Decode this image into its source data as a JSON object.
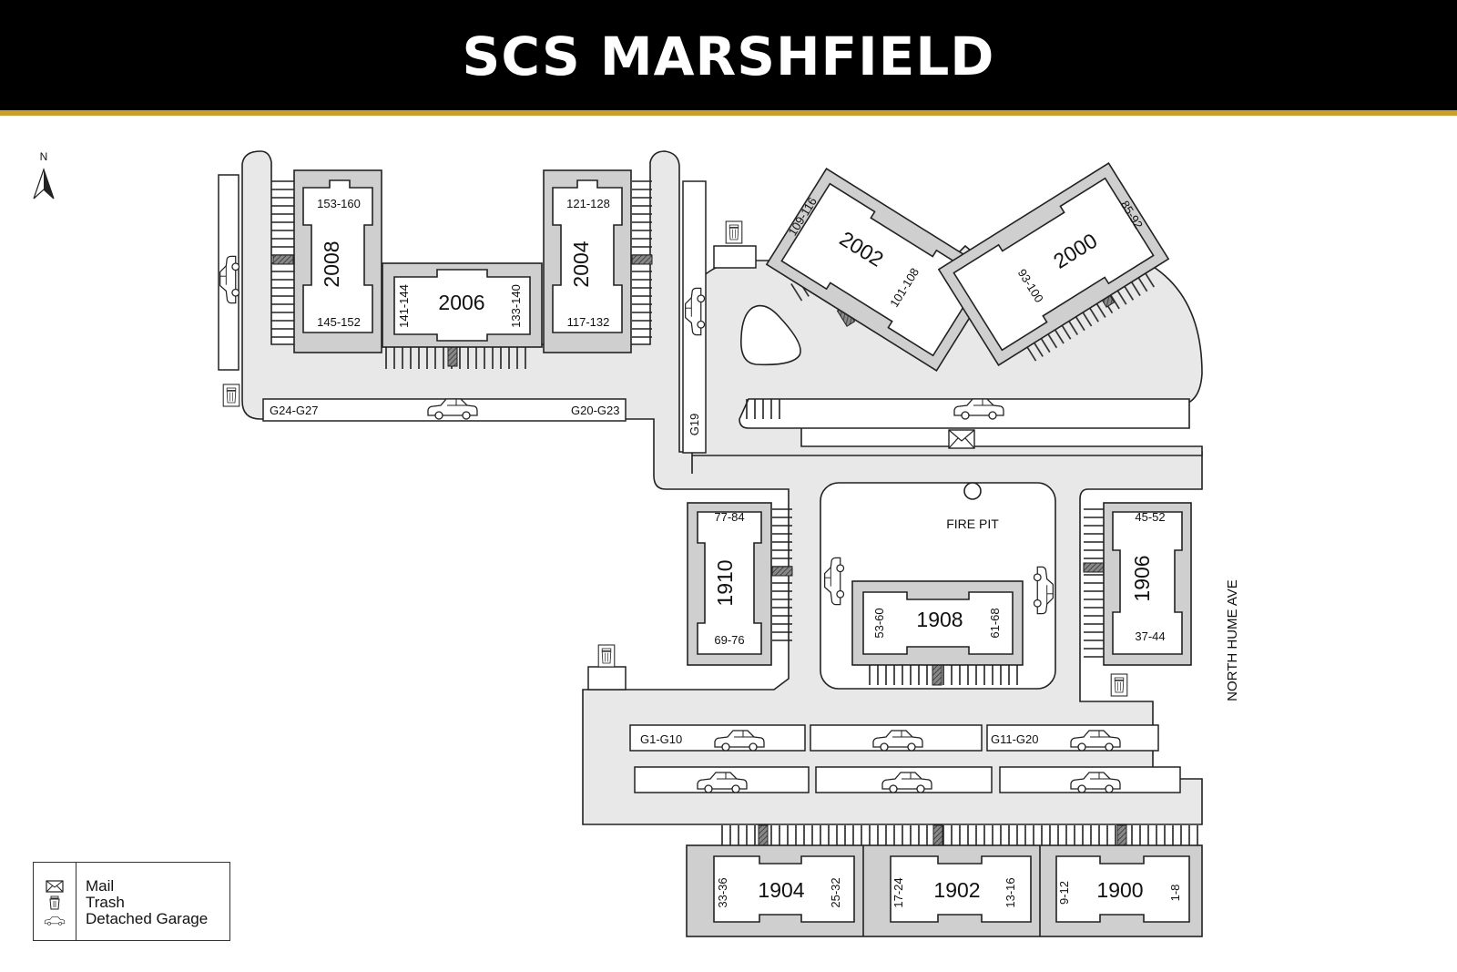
{
  "header": {
    "title": "SCS MARSHFIELD",
    "background": "#000000",
    "accent": "#c8a030"
  },
  "compass": {
    "label": "N",
    "icon": "north-arrow-icon"
  },
  "buildings": {
    "b2008": {
      "number": "2008",
      "units_top": "153-160",
      "units_bottom": "145-152"
    },
    "b2006": {
      "number": "2006",
      "units_left": "141-144",
      "units_right": "133-140"
    },
    "b2004": {
      "number": "2004",
      "units_top": "121-128",
      "units_bottom": "117-132"
    },
    "b2002": {
      "number": "2002",
      "units_a": "109-116",
      "units_b": "101-108"
    },
    "b2000": {
      "number": "2000",
      "units_a": "85-92",
      "units_b": "93-100"
    },
    "b1910": {
      "number": "1910",
      "units_top": "77-84",
      "units_bottom": "69-76"
    },
    "b1908": {
      "number": "1908",
      "units_left": "53-60",
      "units_right": "61-68"
    },
    "b1906": {
      "number": "1906",
      "units_top": "45-52",
      "units_bottom": "37-44"
    },
    "b1904": {
      "number": "1904",
      "units_left": "33-36",
      "units_right": "25-32"
    },
    "b1902": {
      "number": "1902",
      "units_left": "17-24",
      "units_right": "13-16"
    },
    "b1900": {
      "number": "1900",
      "units_left": "9-12",
      "units_right": "1-8"
    }
  },
  "garages": {
    "g24_g27": "G24-G27",
    "g20_g23": "G20-G23",
    "g19": "G19",
    "g1_g10": "G1-G10",
    "g11_g20": "G11-G20"
  },
  "places": {
    "fire_pit": "FIRE PIT",
    "street": "NORTH HUME AVE"
  },
  "legend": {
    "items": [
      {
        "icon": "mail-icon",
        "label": "Mail"
      },
      {
        "icon": "trash-icon",
        "label": "Trash"
      },
      {
        "icon": "car-icon",
        "label": "Detached Garage"
      }
    ]
  },
  "colors": {
    "road": "#e8e8e8",
    "building_fill": "#ffffff",
    "building_frame": "#cfcfcf",
    "outline": "#222222"
  }
}
